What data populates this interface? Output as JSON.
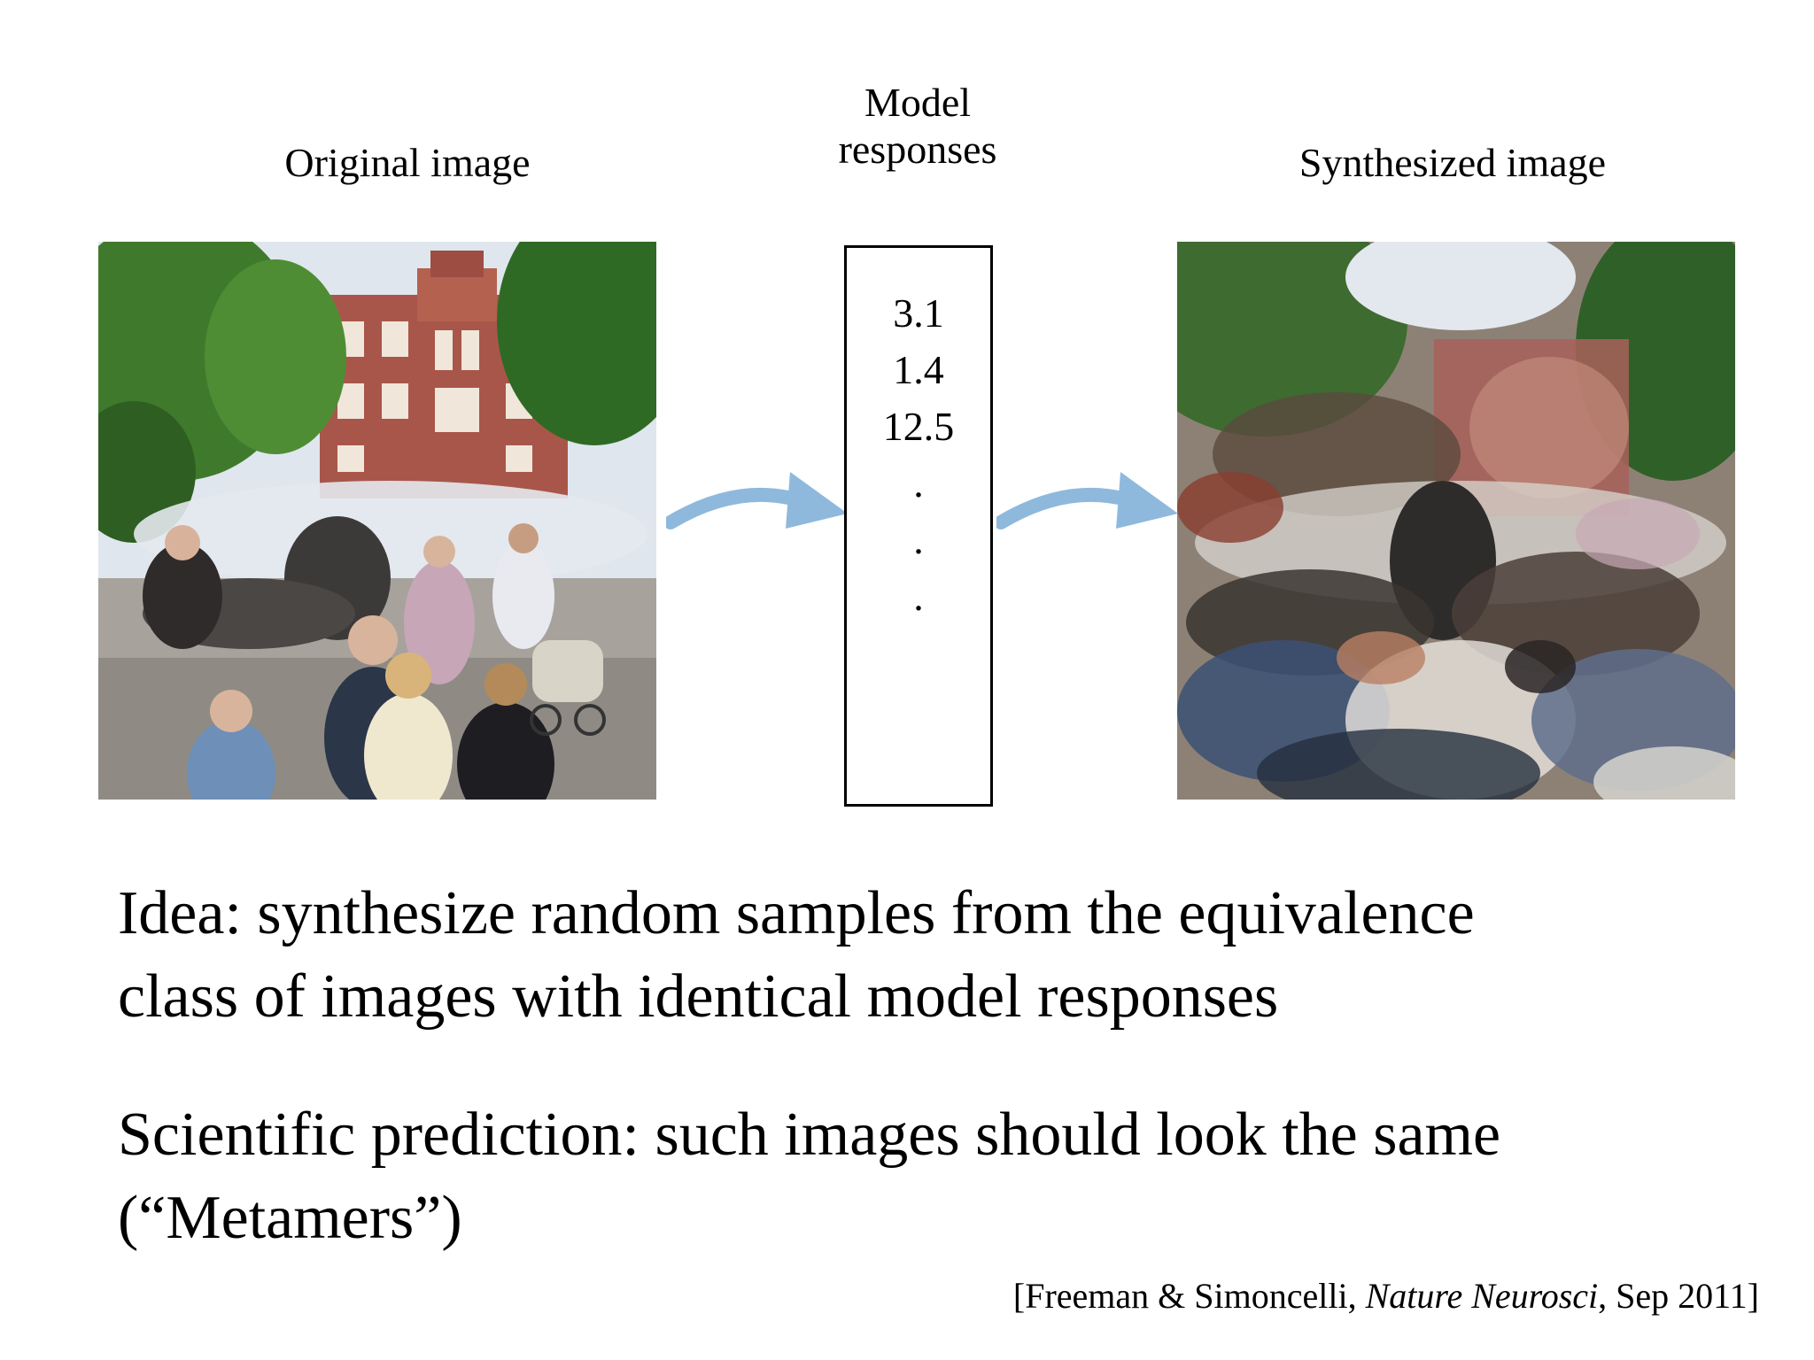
{
  "labels": {
    "original": "Original image",
    "model_line1": "Model",
    "model_line2": "responses",
    "synthesized": "Synthesized image"
  },
  "responses": {
    "values": [
      "3.1",
      "1.4",
      "12.5"
    ],
    "dots": [
      ".",
      ".",
      "."
    ]
  },
  "idea": {
    "line1": "Idea:  synthesize random samples from the equivalence",
    "line2": "class of images with identical model responses"
  },
  "prediction": {
    "line1": "Scientific prediction:  such images should look the same",
    "line2": "(“Metamers”)"
  },
  "citation": {
    "prefix": "[Freeman & Simoncelli, ",
    "journal": "Nature Neurosci",
    "suffix": ", Sep 2011]"
  },
  "colors": {
    "arrow": "#8fb9dc",
    "text": "#000000",
    "background": "#ffffff"
  }
}
